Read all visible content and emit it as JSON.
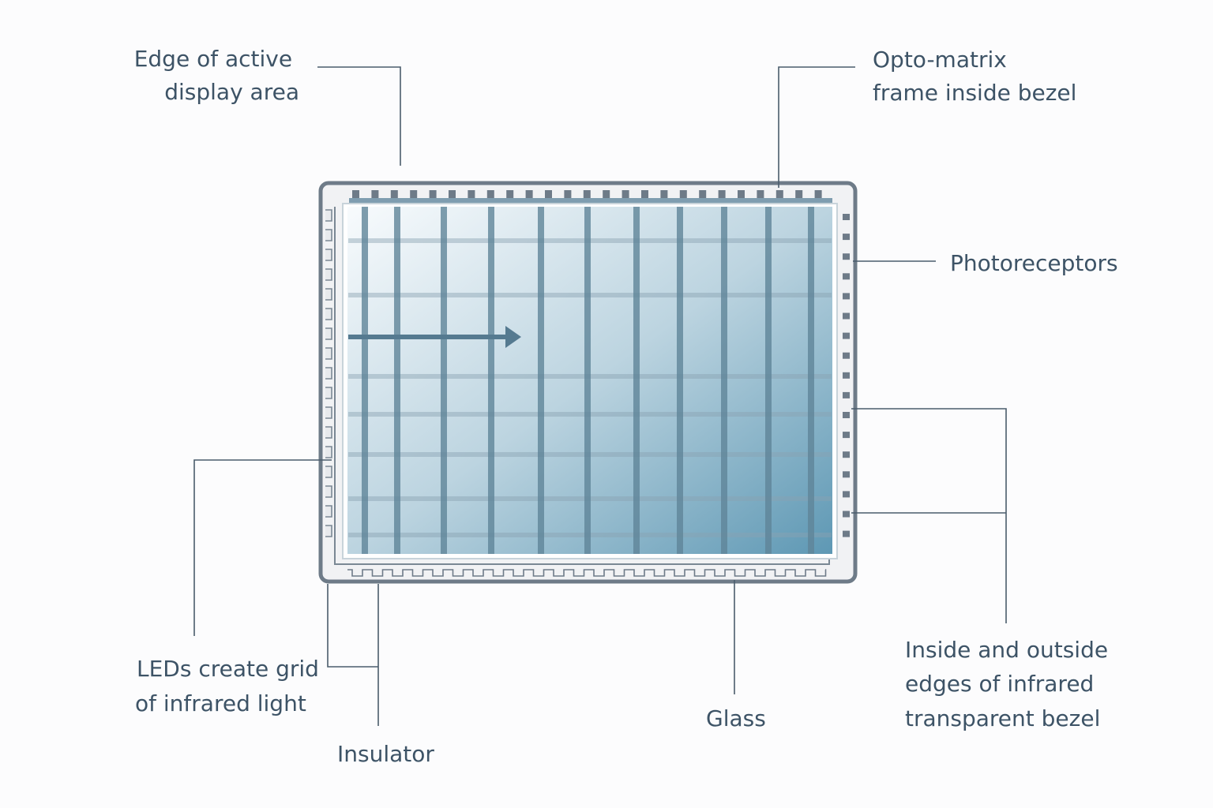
{
  "labels": {
    "edge_active": [
      "Edge of active",
      "display area"
    ],
    "opto_matrix": [
      "Opto-matrix",
      "frame inside bezel"
    ],
    "photoreceptors": "Photoreceptors",
    "bezel_edges": [
      "Inside and outside",
      "edges of infrared",
      "transparent bezel"
    ],
    "leds": [
      "LEDs create grid",
      "of infrared light"
    ],
    "insulator": "Insulator",
    "glass": "Glass"
  },
  "colors": {
    "text": "#3d5366",
    "frame": "#6e7b88",
    "grid_line": "#5f8598",
    "glass_light": "#f4f8fb",
    "glass_dark": "#5f9ab5"
  }
}
